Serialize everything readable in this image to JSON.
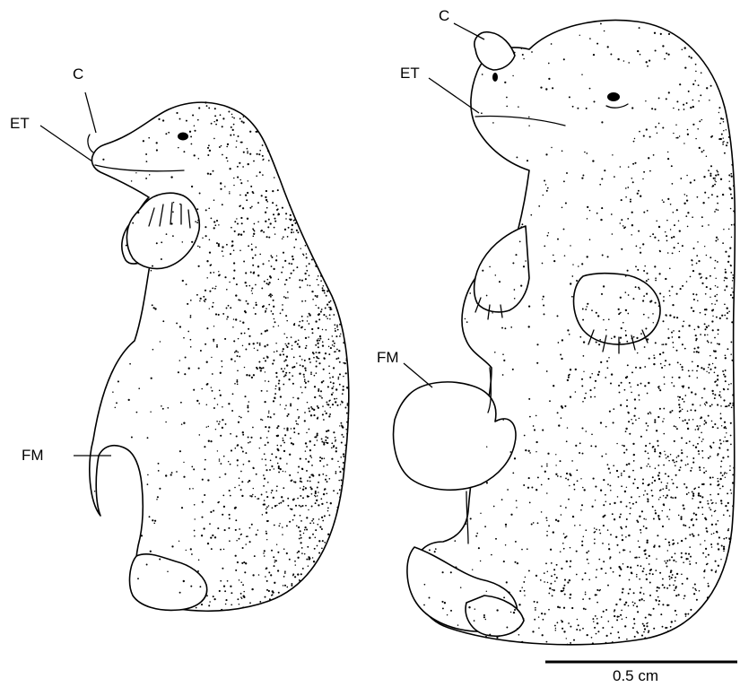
{
  "figure": {
    "left_specimen": {
      "label_c": "C",
      "label_et": "ET",
      "label_fm": "FM"
    },
    "right_specimen": {
      "label_c": "C",
      "label_et": "ET",
      "label_fm": "FM"
    },
    "scale_bar": {
      "label": "0.5 cm"
    }
  }
}
